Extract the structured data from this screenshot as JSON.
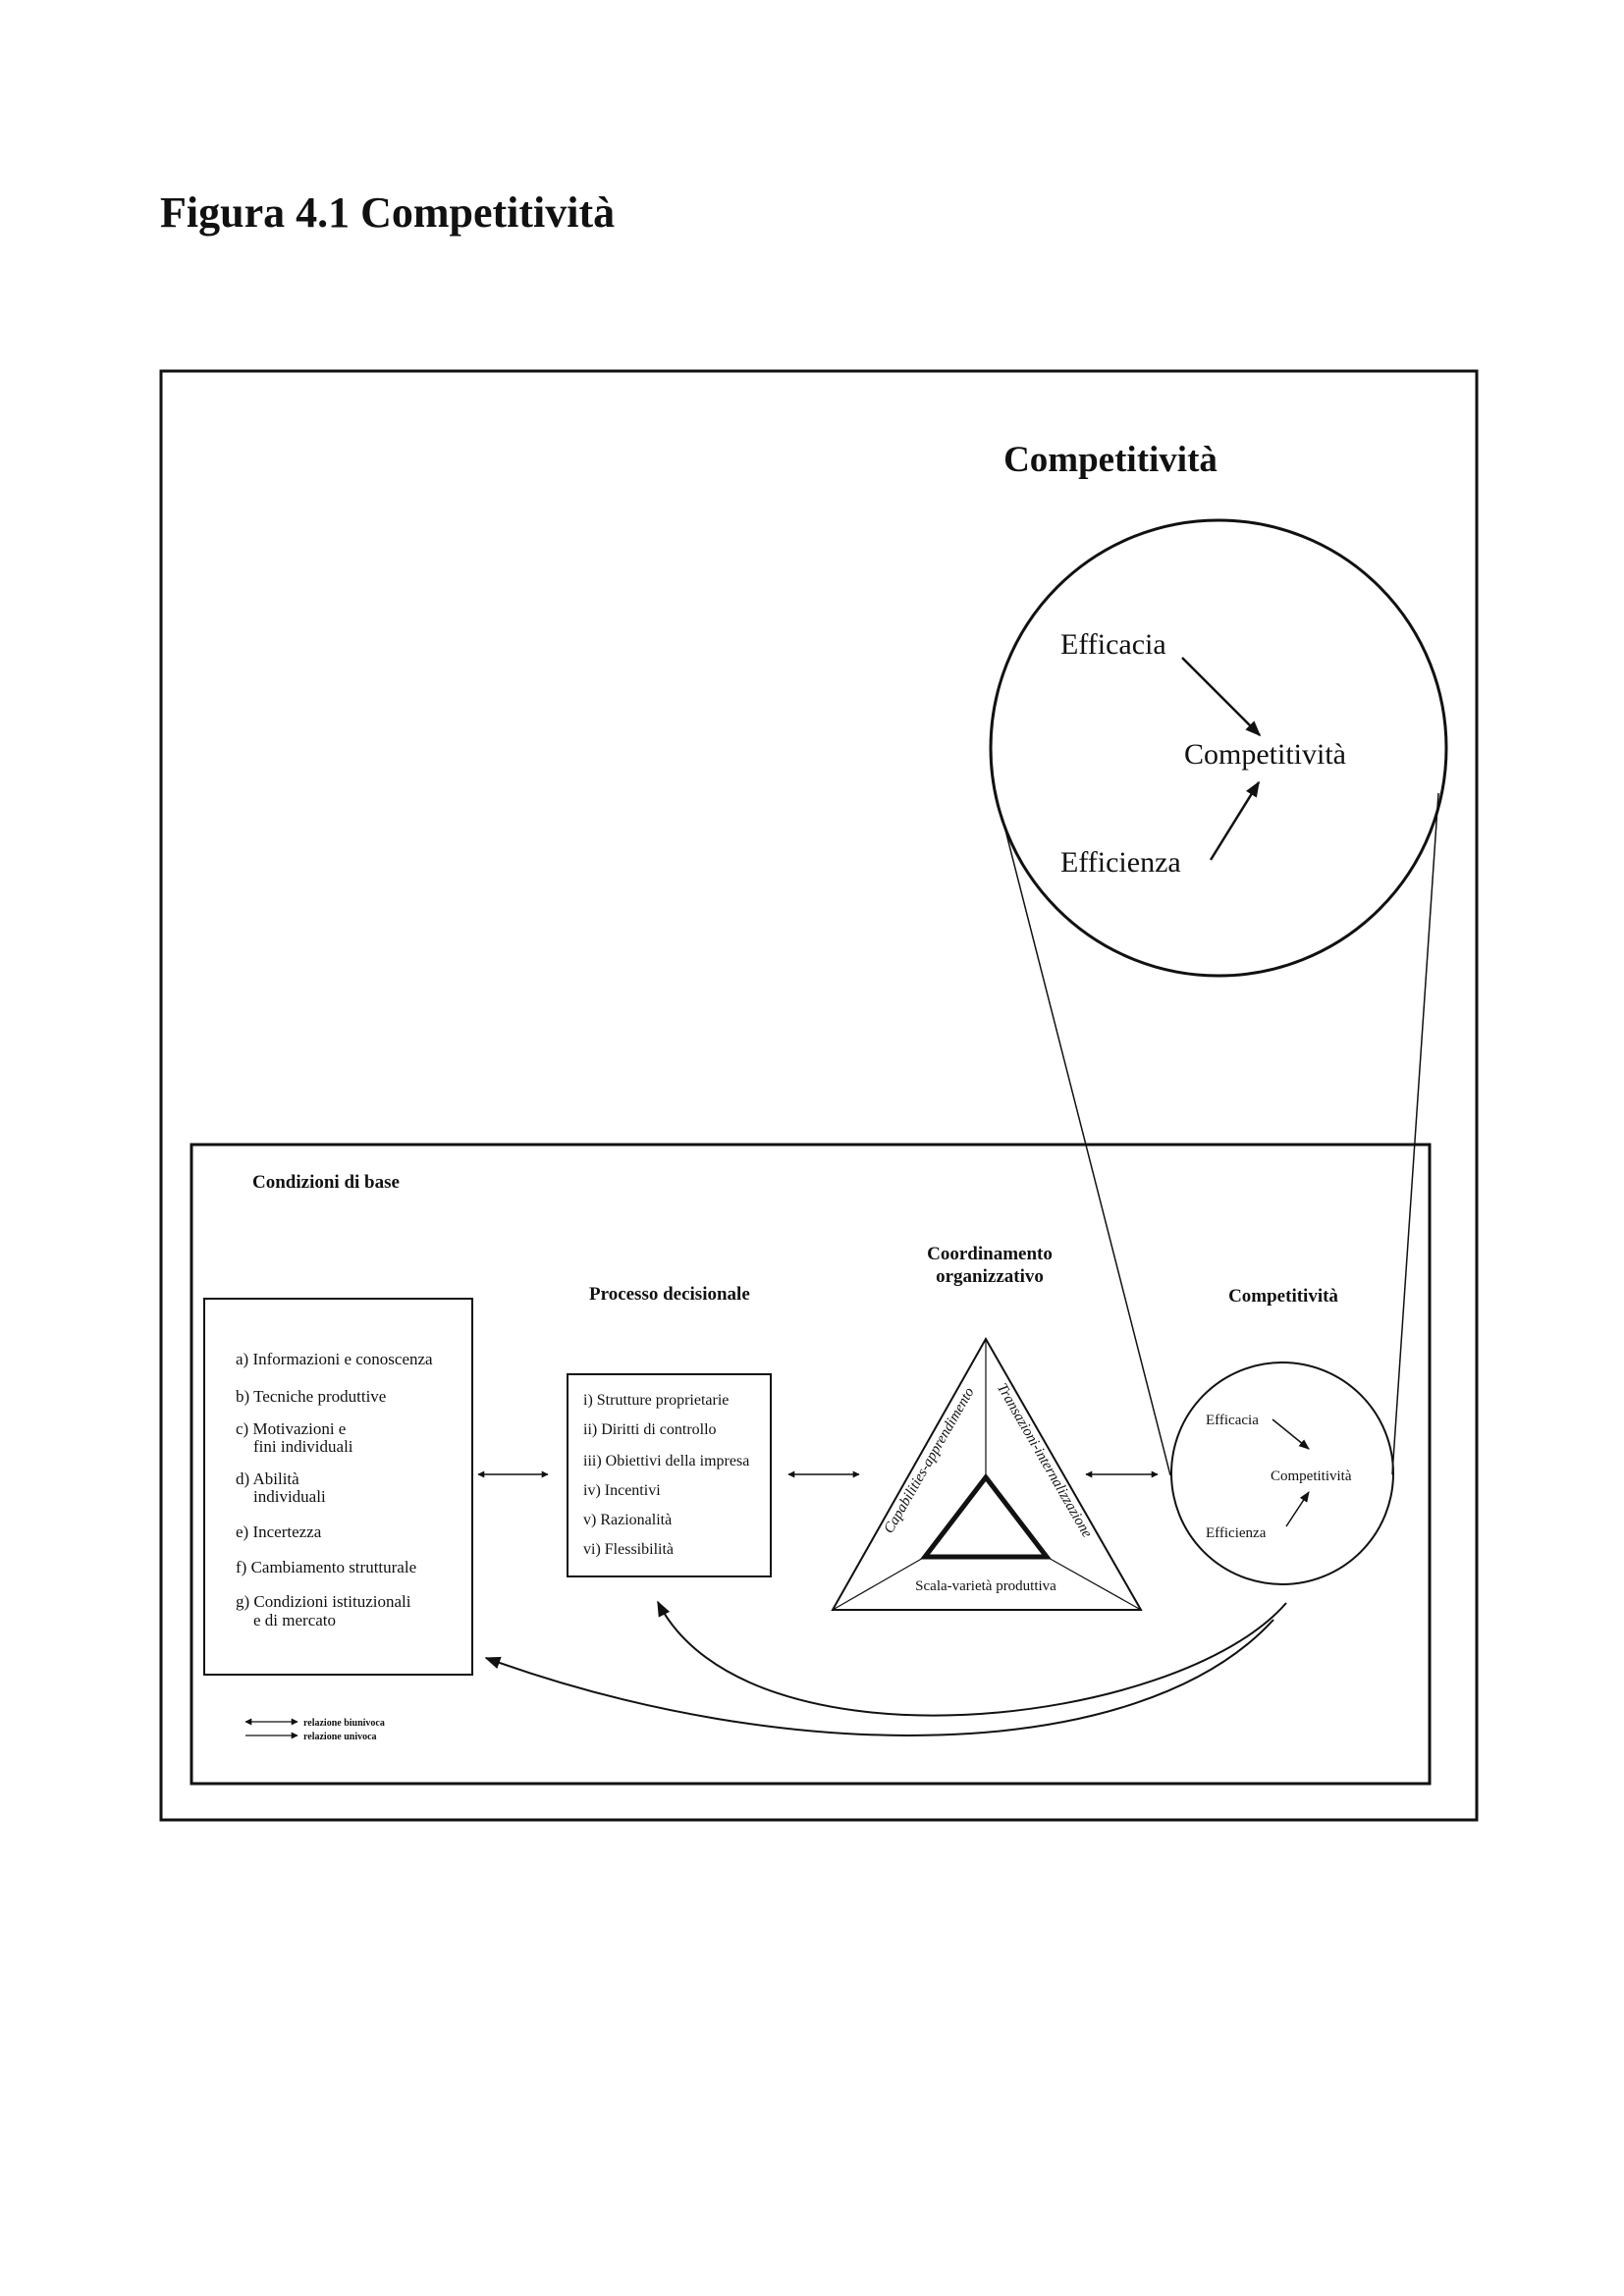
{
  "page_title": "Figura 4.1 Competitività",
  "zoom": {
    "title": "Competitività",
    "efficacia": "Efficacia",
    "competitivita": "Competitività",
    "efficienza": "Efficienza"
  },
  "inner": {
    "label": "Condizioni di base",
    "conditions": [
      "a) Informazioni e conoscenza",
      "b) Tecniche produttive",
      "c) Motivazioni e",
      "fini individuali",
      "d) Abilità",
      "individuali",
      "e) Incertezza",
      "f) Cambiamento strutturale",
      "g) Condizioni istituzionali",
      "e di mercato"
    ],
    "process_title": "Processo decisionale",
    "process_items": [
      "i) Strutture proprietarie",
      "ii) Diritti di controllo",
      "iii) Obiettivi della impresa",
      "iv) Incentivi",
      "v) Razionalità",
      "vi) Flessibilità"
    ],
    "coord_title": [
      "Coordinamento",
      "organizzativo"
    ],
    "triangle_left": "Capabilities-apprendimento",
    "triangle_right": "Transazioni-internalizzazione",
    "triangle_bottom": "Scala-varietà produttiva",
    "comp_title": "Competitività",
    "small_efficacia": "Efficacia",
    "small_competitivita": "Competitività",
    "small_efficienza": "Efficienza",
    "legend_two_way": "relazione biunivoca",
    "legend_one_way": "relazione univoca"
  }
}
